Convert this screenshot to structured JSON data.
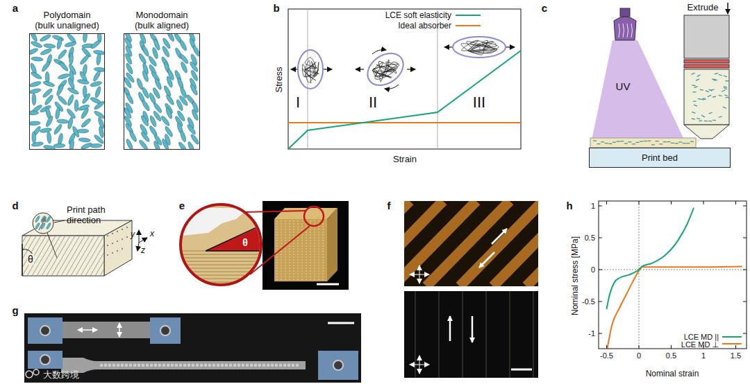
{
  "diagram": {
    "nodes": [
      {
        "text": [
          "Polydomain (bulk unaligned)"
        ]
      },
      {
        "text": [
          "Monodomain (bulk aligned)"
        ]
      },
      {
        "text": [
          "Print bed"
        ]
      }
    ],
    "labels": [
      "a",
      "b",
      "c",
      "d",
      "e",
      "f",
      "g",
      "h",
      "Stress",
      "Strain",
      "I",
      "II",
      "III",
      "Extrude",
      "UV",
      "Print path direction",
      "θ",
      "y",
      "x",
      "z",
      "θ",
      "1",
      "0.5",
      "0",
      "-0.5",
      "-1",
      "-0.5",
      "0",
      "0.5",
      "1",
      "1.5",
      "Nominal stress [MPa]",
      "Nominal strain",
      "大数跨境"
    ],
    "legend": [
      {
        "text": "LCE soft elasticity"
      },
      {
        "text": "Ideal absorber"
      },
      {
        "text": "LCE MD ||"
      },
      {
        "text": "LCE MD ⊥"
      }
    ]
  }
}
